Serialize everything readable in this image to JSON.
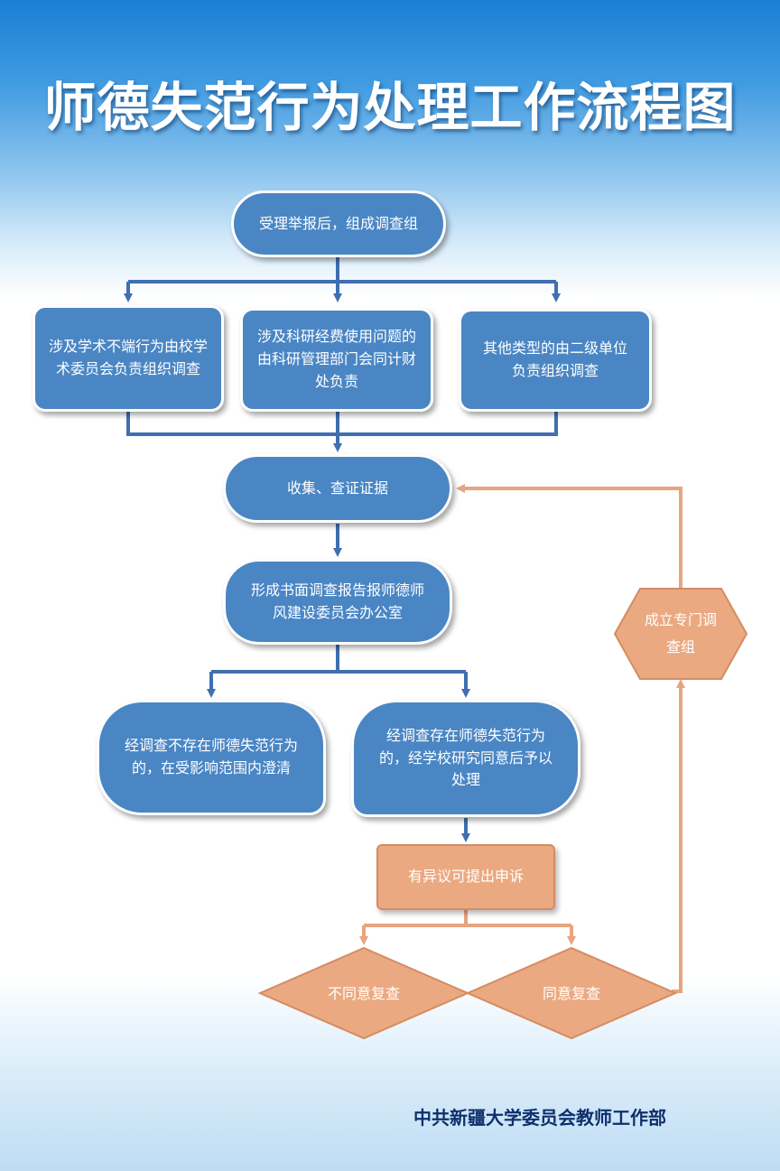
{
  "title": "师德失范行为处理工作流程图",
  "nodes": {
    "start": "受理举报后，组成调查组",
    "academic": "涉及学术不端行为由校学术委员会负责组织调查",
    "funding": "涉及科研经费使用问题的由科研管理部门会同计财处负责",
    "other": "其他类型的由二级单位负责组织调查",
    "collect": "收集、查证证据",
    "report": "形成书面调查报告报师德师风建设委员会办公室",
    "no_violation": "经调查不存在师德失范行为的，在受影响范围内澄清",
    "violation": "经调查存在师德失范行为的，经学校研究同意后予以处理",
    "appeal": "有异议可提出申诉",
    "disagree": "不同意复查",
    "agree": "同意复查",
    "special_group": "成立专门调查组"
  },
  "footer": "中共新疆大学委员会教师工作部",
  "colors": {
    "blue_node": "#4a86c4",
    "blue_arrow": "#3f6fb1",
    "orange_node": "#eba981",
    "orange_arrow": "#e7a47e"
  }
}
